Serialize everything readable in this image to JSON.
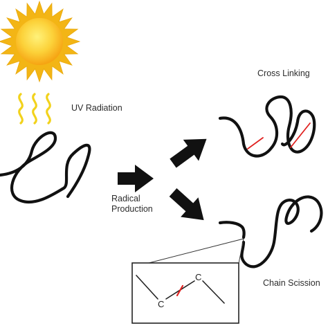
{
  "labels": {
    "uv_radiation": "UV Radiation",
    "radical_line1": "Radical",
    "radical_line2": "Production",
    "cross_linking": "Cross Linking",
    "chain_scission": "Chain Scission"
  },
  "inset": {
    "atom_left": "C",
    "atom_right": "C"
  },
  "icons": {
    "sun": "sun-icon",
    "uv_waves": "uv-wave-icon",
    "arrows": "arrow-icon"
  },
  "colors": {
    "sun_rays": "#f3b515",
    "sun_core_light": "#fff27a",
    "sun_core_dark": "#f6a312",
    "uv_waves": "#f2d21c",
    "chain": "#111111",
    "bond_break": "#e0201f",
    "cross_link": "#e0201f",
    "text": "#2b2b2b"
  }
}
